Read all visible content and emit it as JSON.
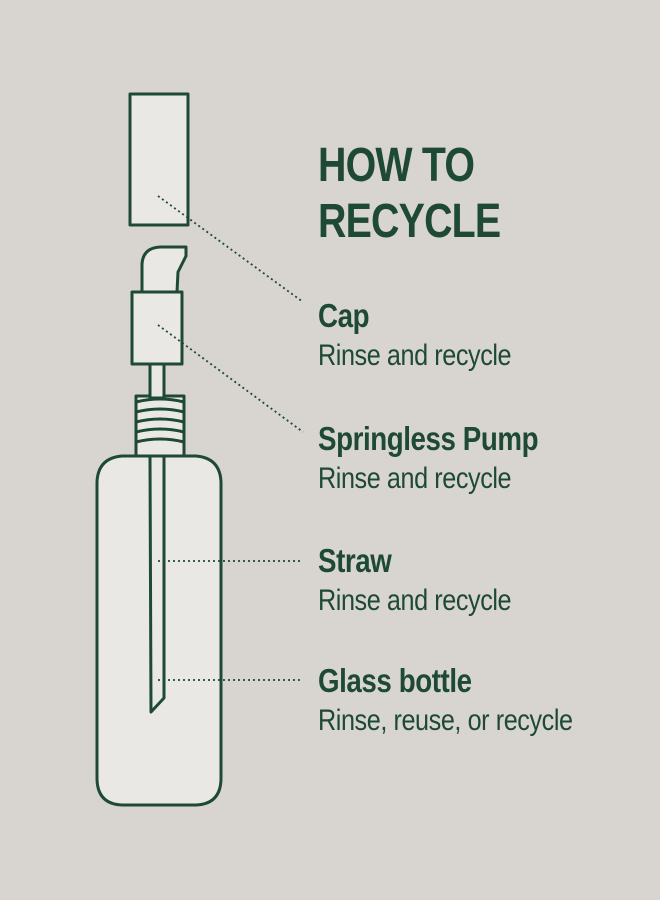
{
  "title": {
    "line1": "HOW TO",
    "line2": "RECYCLE"
  },
  "parts": [
    {
      "name": "Cap",
      "action": "Rinse and recycle"
    },
    {
      "name": "Springless Pump",
      "action": "Rinse and recycle"
    },
    {
      "name": "Straw",
      "action": "Rinse and recycle"
    },
    {
      "name": "Glass bottle",
      "action": "Rinse, reuse, or recycle"
    }
  ],
  "colors": {
    "ink": "#1e4a35",
    "background": "#d8d4cf",
    "fill": "#e9e8e4"
  }
}
